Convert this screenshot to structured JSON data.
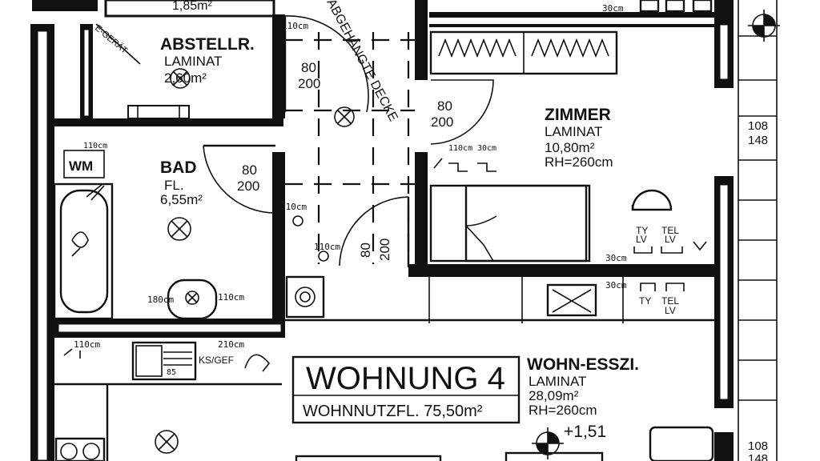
{
  "rooms": {
    "top_area": "1,85m²",
    "abstell": {
      "name": "ABSTELLR.",
      "floor": "LAMINAT",
      "area": "2,60m²"
    },
    "bad": {
      "name": "BAD",
      "floor": "FL.",
      "area": "6,55m²"
    },
    "zimmer": {
      "name": "ZIMMER",
      "floor": "LAMINAT",
      "area": "10,80m²",
      "height": "RH=260cm"
    },
    "wohn": {
      "name": "WOHN-ESSZI.",
      "floor": "LAMINAT",
      "area": "28,09m²",
      "height": "RH=260cm",
      "level": "+1,51"
    }
  },
  "apartment": {
    "title": "WOHNUNG 4",
    "usable_area": "WOHNNUTZFL. 75,50m²"
  },
  "labels": {
    "ceiling": "ABGEHÄNGTE DECKE",
    "geraet": "E-GERÄT",
    "wm": "WM",
    "ks_gef": "KS/GEF",
    "ty": "TY",
    "tel": "TEL",
    "lv": "LV",
    "side_top_1": "108",
    "side_top_2": "148",
    "side_bot_1": "108",
    "side_bot_2": "148"
  },
  "doors": {
    "d1_w": "80",
    "d1_h": "200",
    "d2_w": "80",
    "d2_h": "200",
    "d3_w": "80",
    "d3_h": "200",
    "d4_w": "80",
    "d4_h": "200"
  },
  "heights": {
    "h30_top": "30cm",
    "h110_a": "110cm",
    "h110_bad": "110cm",
    "h110_wc": "110cm",
    "h110_kitchen": "110cm",
    "h110_b": "110cm",
    "h110_switch": "110cm",
    "h30_sw": "30cm",
    "h180": "180cm",
    "h110_sink": "110cm",
    "h210": "210cm",
    "h30_zimmer": "30cm",
    "h30_wohn": "30cm"
  }
}
